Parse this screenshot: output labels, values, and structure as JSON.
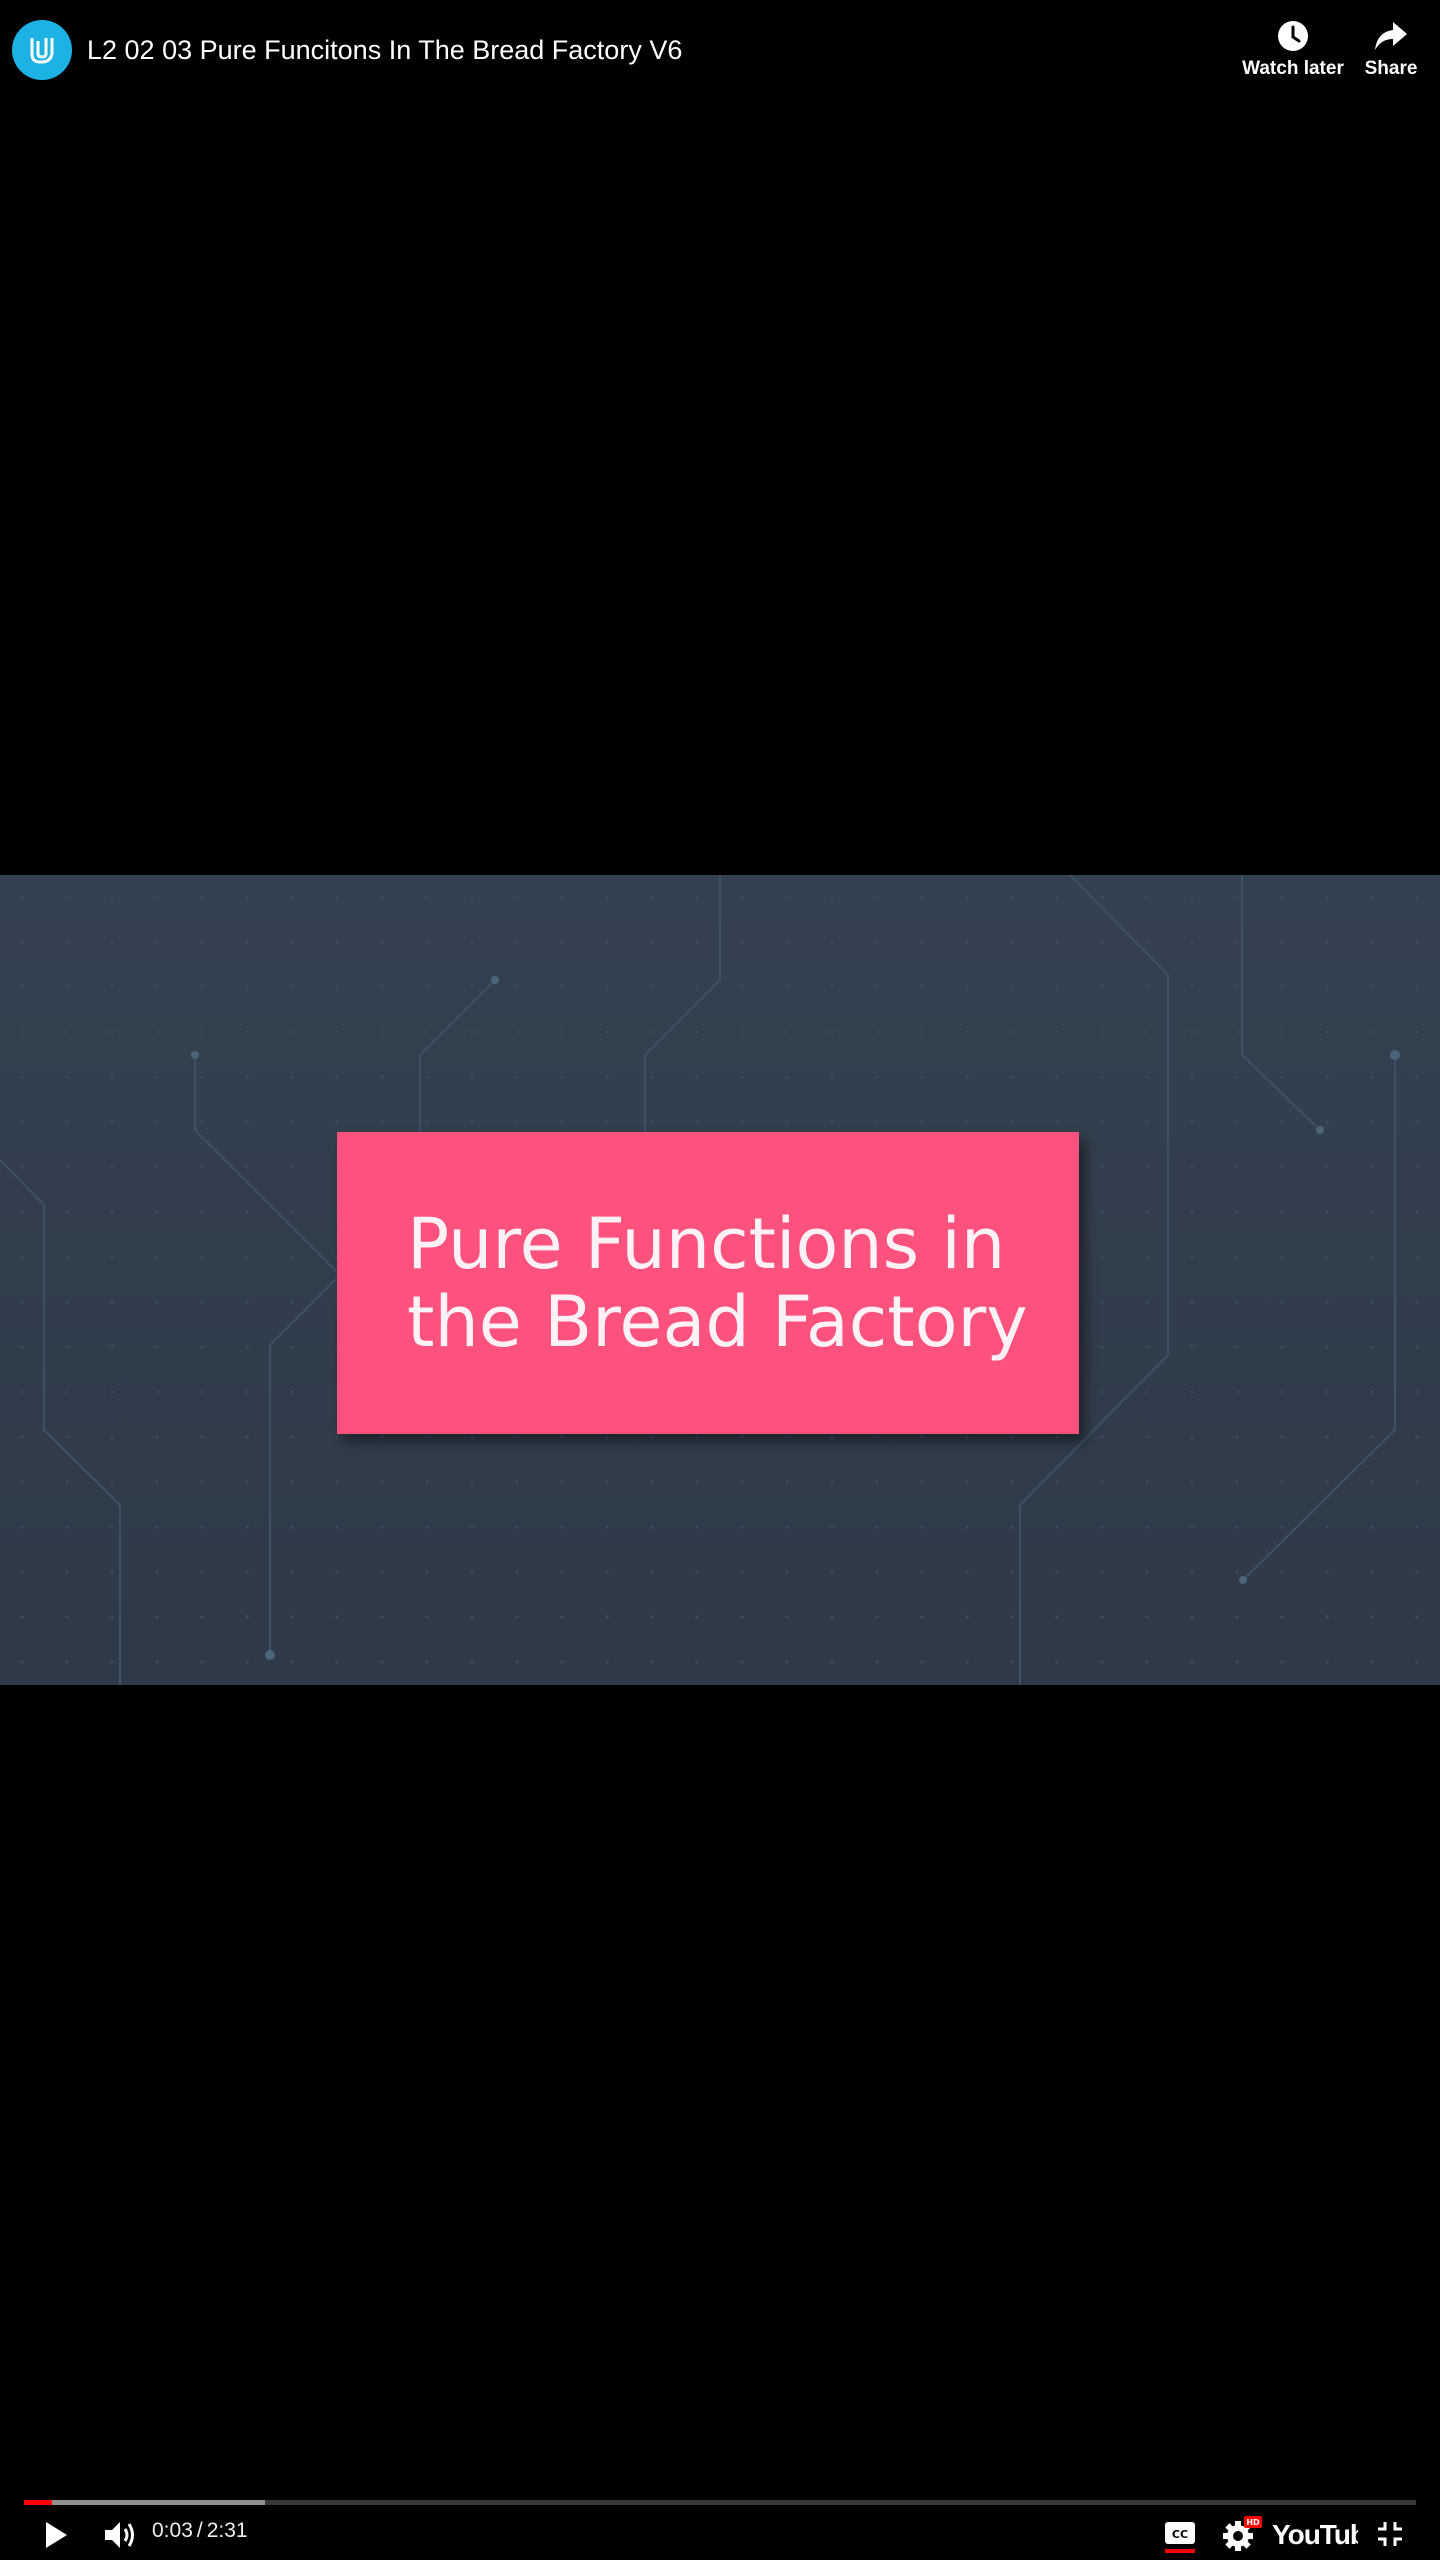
{
  "header": {
    "title": "L2 02 03 Pure Funcitons In The Bread Factory V6",
    "channel_icon": "udacity-logo-icon",
    "watch_later_label": "Watch later",
    "share_label": "Share"
  },
  "video": {
    "slide_title_line1": "Pure Functions in",
    "slide_title_line2": "the Bread Factory",
    "card_color": "#fc527d",
    "background_color": "#344150"
  },
  "controls": {
    "current_time": "0:03",
    "separator": "/",
    "duration": "2:31",
    "progress_fraction": 0.02,
    "buffered_fraction": 0.173,
    "accent_color": "#ff0000",
    "hd_badge": "HD",
    "logo_text": "YouTube"
  }
}
